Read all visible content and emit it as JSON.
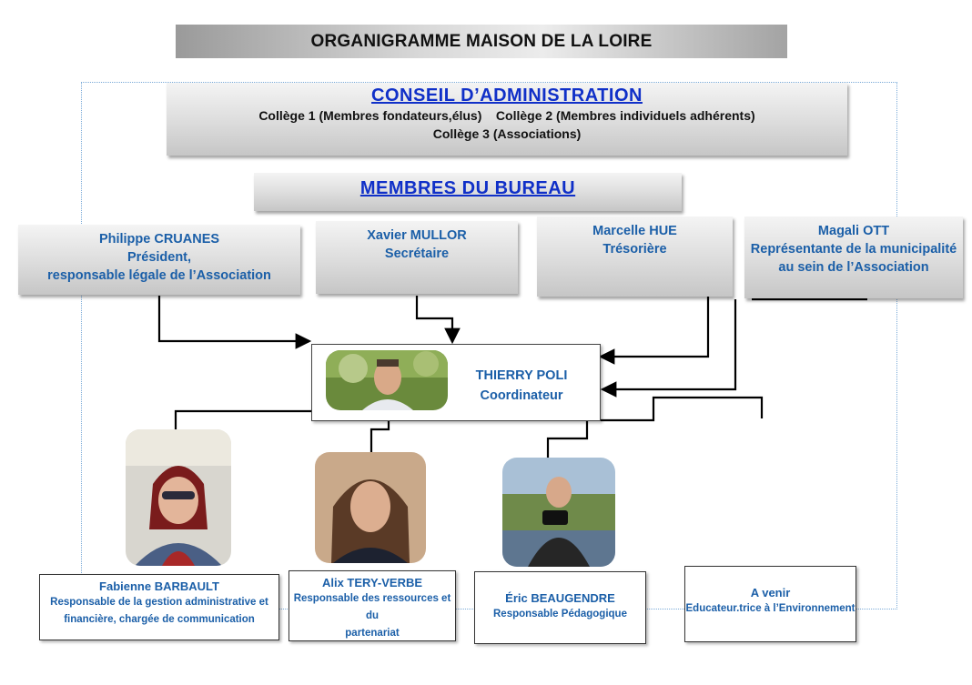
{
  "title": "ORGANIGRAMME MAISON DE LA LOIRE",
  "conseil": {
    "title": "CONSEIL D’ADMINISTRATION",
    "line1": "Collège 1 (Membres fondateurs,élus)    Collège 2 (Membres individuels adhérents)",
    "line2": "Collège 3 (Associations)"
  },
  "bureau": {
    "title": "MEMBRES DU BUREAU",
    "members": [
      {
        "name": "Philippe CRUANES",
        "role1": "Président,",
        "role2": "responsable légale de l’Association"
      },
      {
        "name": "Xavier MULLOR",
        "role1": "Secrétaire",
        "role2": ""
      },
      {
        "name": "Marcelle HUE",
        "role1": "Trésorière",
        "role2": ""
      },
      {
        "name": "Magali OTT",
        "role1": "Représentante de la municipalité",
        "role2": "au sein de l’Association"
      }
    ]
  },
  "coordinator": {
    "name": "THIERRY POLI",
    "role": "Coordinateur"
  },
  "staff": [
    {
      "name": "Fabienne BARBAULT",
      "role1": "Responsable de la gestion administrative et",
      "role2": "financière, chargée de communication"
    },
    {
      "name": "Alix TERY-VERBE",
      "role1": "Responsable des ressources et du",
      "role2": "partenariat"
    },
    {
      "name": "Éric BEAUGENDRE",
      "role1": "Responsable Pédagogique",
      "role2": ""
    },
    {
      "name": "A venir",
      "role1": "Educateur.trice à l’Environnement",
      "role2": ""
    }
  ],
  "colors": {
    "heading_blue": "#1030c8",
    "name_blue": "#1b5fa8",
    "frame_dotted": "#7aaad8"
  },
  "icons": [
    "person-photo-icon"
  ]
}
